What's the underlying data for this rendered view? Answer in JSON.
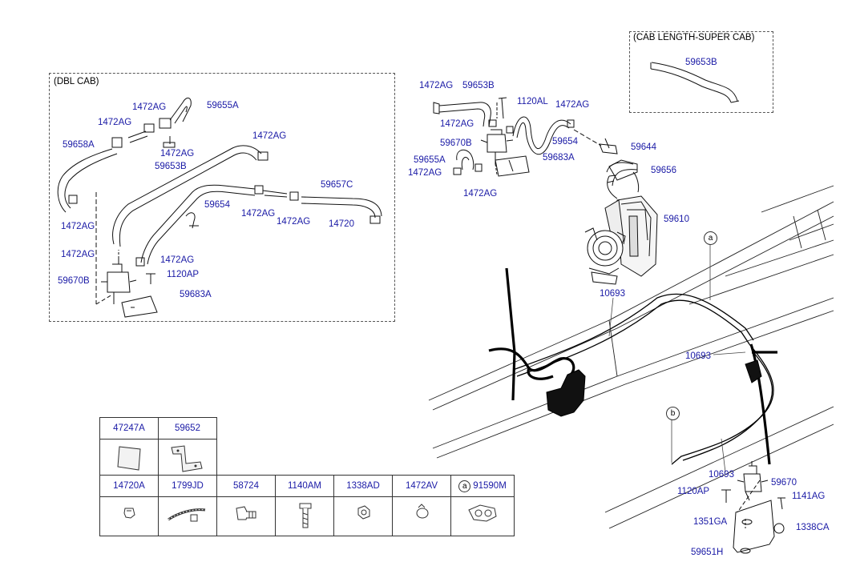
{
  "boxes": {
    "dbl_cab": "(DBL CAB)",
    "super_cab": "(CAB LENGTH-SUPER CAB)"
  },
  "labels": {
    "dbl_59655A": "59655A",
    "dbl_1472AG_a": "1472AG",
    "dbl_1472AG_b": "1472AG",
    "dbl_59658A": "59658A",
    "dbl_1472AG_c": "1472AG",
    "dbl_59653B": "59653B",
    "dbl_1472AG_d": "1472AG",
    "dbl_59657C": "59657C",
    "dbl_59654": "59654",
    "dbl_1472AG_e": "1472AG",
    "dbl_1472AG_f": "1472AG",
    "dbl_14720": "14720",
    "dbl_1472AG_g": "1472AG",
    "dbl_1472AG_h": "1472AG",
    "dbl_1472AG_i": "1472AG",
    "dbl_1120AP": "1120AP",
    "dbl_59670B": "59670B",
    "dbl_59683A": "59683A",
    "sc_59653B": "59653B",
    "m_1472AG_a": "1472AG",
    "m_59653B": "59653B",
    "m_1120AL": "1120AL",
    "m_1472AG_b": "1472AG",
    "m_1472AG_c": "1472AG",
    "m_59670B": "59670B",
    "m_59654": "59654",
    "m_59655A": "59655A",
    "m_59683A": "59683A",
    "m_1472AG_d": "1472AG",
    "m_1472AG_e": "1472AG",
    "m_59644": "59644",
    "m_59656": "59656",
    "m_59610": "59610",
    "m_10693_a": "10693",
    "m_10693_b": "10693",
    "m_10693_c": "10693",
    "m_59670": "59670",
    "m_1120AP": "1120AP",
    "m_1141AG": "1141AG",
    "m_1351GA": "1351GA",
    "m_1338CA": "1338CA",
    "m_59651H": "59651H",
    "ref_a": "a",
    "ref_b": "b"
  },
  "parts_table": {
    "row1": [
      {
        "code": "47247A",
        "icon": "label-sheet-icon"
      },
      {
        "code": "59652",
        "icon": "bracket-icon"
      }
    ],
    "row2": [
      {
        "code": "14720A",
        "icon": "cap-icon"
      },
      {
        "code": "1799JD",
        "icon": "cable-tie-icon"
      },
      {
        "code": "58724",
        "icon": "connector-icon"
      },
      {
        "code": "1140AM",
        "icon": "bolt-icon"
      },
      {
        "code": "1338AD",
        "icon": "nut-icon"
      },
      {
        "code": "1472AV",
        "icon": "hose-clamp-icon"
      },
      {
        "code": "91590M",
        "icon": "harness-clip-icon",
        "ref": "a"
      }
    ]
  },
  "colors": {
    "label": "#1a1aa6",
    "line": "#000000"
  }
}
